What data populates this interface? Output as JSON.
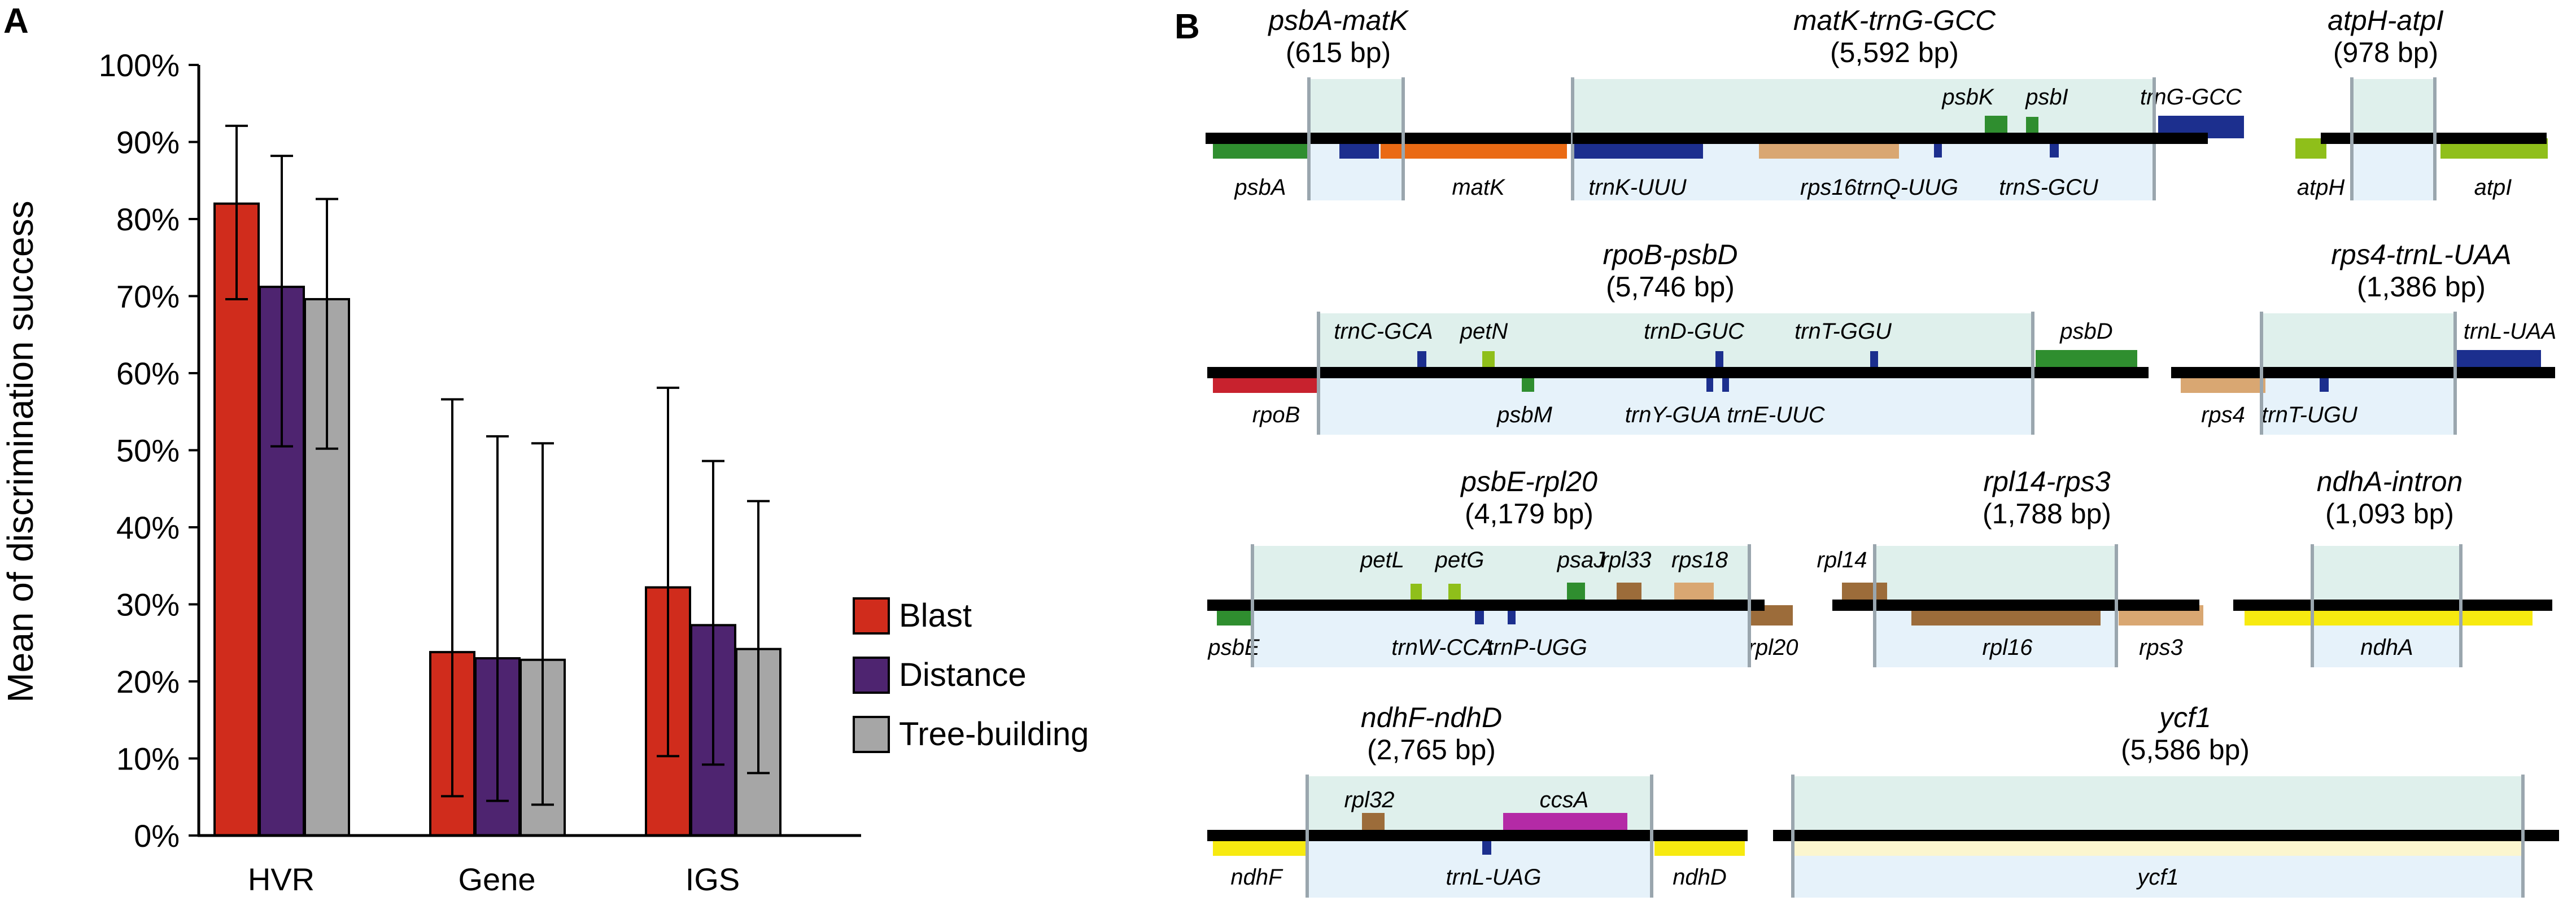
{
  "panel_a_letter": "A",
  "panel_b_letter": "B",
  "colors": {
    "blast": "#d02c1c",
    "distance": "#4e2470",
    "tree": "#a6a6a6",
    "dark_blue": "#1c2f8e",
    "green": "#2f8e2f",
    "lime": "#8fbf1a",
    "orange": "#ea6a14",
    "tan": "#d9a772",
    "brown": "#9c6c3a",
    "red": "#c8222e",
    "magenta": "#b42aa6",
    "yellow": "#f7ea10",
    "pale_yellow": "#fbf6cf",
    "highlight": "#dff0ec",
    "highlight_low": "#e6f2fa"
  },
  "chart_data": {
    "type": "bar",
    "ylabel": "Mean of discrimination success",
    "ylim": [
      0,
      100
    ],
    "yticks": [
      "0%",
      "10%",
      "20%",
      "30%",
      "40%",
      "50%",
      "60%",
      "70%",
      "80%",
      "90%",
      "100%"
    ],
    "categories": [
      "HVR",
      "Gene",
      "IGS"
    ],
    "series": [
      {
        "name": "Blast",
        "values": [
          82,
          23.8,
          32.2
        ],
        "err_high": [
          92.1,
          56.6,
          58.1
        ],
        "err_low": [
          69.6,
          5.1,
          10.3
        ]
      },
      {
        "name": "Distance",
        "values": [
          71.2,
          23,
          27.3
        ],
        "err_high": [
          88.2,
          51.8,
          48.6
        ],
        "err_low": [
          50.5,
          4.5,
          9.2
        ]
      },
      {
        "name": "Tree-building",
        "values": [
          69.6,
          22.8,
          24.2
        ],
        "err_high": [
          82.6,
          50.9,
          43.4
        ],
        "err_low": [
          50.2,
          4,
          8.1
        ]
      }
    ],
    "legend": "right"
  },
  "regions": [
    {
      "title": "psbA-matK",
      "size": "(615 bp)",
      "genes": [
        {
          "label": "psbA",
          "color": "green",
          "side": "below"
        },
        {
          "label": "matK",
          "color": "orange",
          "side": "below"
        }
      ]
    },
    {
      "title": "matK-trnG-GCC",
      "size": "(5,592 bp)",
      "genes": [
        {
          "label": "trnK-UUU",
          "color": "dark_blue",
          "side": "below"
        },
        {
          "label": "rps16",
          "color": "tan",
          "side": "below"
        },
        {
          "label": "trnQ-UUG",
          "color": "dark_blue",
          "side": "below"
        },
        {
          "label": "psbK",
          "color": "green",
          "side": "above"
        },
        {
          "label": "psbI",
          "color": "green",
          "side": "above"
        },
        {
          "label": "trnS-GCU",
          "color": "dark_blue",
          "side": "below"
        },
        {
          "label": "trnG-GCC",
          "color": "dark_blue",
          "side": "above"
        }
      ]
    },
    {
      "title": "atpH-atpI",
      "size": "(978 bp)",
      "genes": [
        {
          "label": "atpH",
          "color": "lime",
          "side": "below"
        },
        {
          "label": "atpI",
          "color": "lime",
          "side": "below"
        }
      ]
    },
    {
      "title": "rpoB-psbD",
      "size": "(5,746 bp)",
      "genes": [
        {
          "label": "rpoB",
          "color": "red",
          "side": "below"
        },
        {
          "label": "trnC-GCA",
          "color": "dark_blue",
          "side": "above"
        },
        {
          "label": "petN",
          "color": "lime",
          "side": "above"
        },
        {
          "label": "psbM",
          "color": "green",
          "side": "below"
        },
        {
          "label": "trnD-GUC",
          "color": "dark_blue",
          "side": "above"
        },
        {
          "label": "trnY-GUA",
          "color": "dark_blue",
          "side": "below"
        },
        {
          "label": "trnE-UUC",
          "color": "dark_blue",
          "side": "below"
        },
        {
          "label": "trnT-GGU",
          "color": "dark_blue",
          "side": "above"
        },
        {
          "label": "psbD",
          "color": "green",
          "side": "above"
        }
      ]
    },
    {
      "title": "rps4-trnL-UAA",
      "size": "(1,386 bp)",
      "genes": [
        {
          "label": "rps4",
          "color": "tan",
          "side": "below"
        },
        {
          "label": "trnT-UGU",
          "color": "dark_blue",
          "side": "below"
        },
        {
          "label": "trnL-UAA",
          "color": "dark_blue",
          "side": "above"
        }
      ]
    },
    {
      "title": "psbE-rpl20",
      "size": "(4,179 bp)",
      "genes": [
        {
          "label": "psbE",
          "color": "green",
          "side": "below"
        },
        {
          "label": "petL",
          "color": "lime",
          "side": "above"
        },
        {
          "label": "petG",
          "color": "lime",
          "side": "above"
        },
        {
          "label": "trnW-CCA",
          "color": "dark_blue",
          "side": "below"
        },
        {
          "label": "trnP-UGG",
          "color": "dark_blue",
          "side": "below"
        },
        {
          "label": "psaJ",
          "color": "green",
          "side": "above"
        },
        {
          "label": "rpl33",
          "color": "brown",
          "side": "above"
        },
        {
          "label": "rps18",
          "color": "tan",
          "side": "above"
        },
        {
          "label": "rpl20",
          "color": "brown",
          "side": "below"
        }
      ]
    },
    {
      "title": "rpl14-rps3",
      "size": "(1,788 bp)",
      "genes": [
        {
          "label": "rpl14",
          "color": "brown",
          "side": "above"
        },
        {
          "label": "rpl16",
          "color": "brown",
          "side": "below"
        },
        {
          "label": "rps3",
          "color": "tan",
          "side": "below"
        }
      ]
    },
    {
      "title": "ndhA-intron",
      "size": "(1,093 bp)",
      "genes": [
        {
          "label": "ndhA",
          "color": "yellow",
          "side": "below"
        }
      ]
    },
    {
      "title": "ndhF-ndhD",
      "size": "(2,765 bp)",
      "genes": [
        {
          "label": "ndhF",
          "color": "yellow",
          "side": "below"
        },
        {
          "label": "rpl32",
          "color": "brown",
          "side": "above"
        },
        {
          "label": "ccsA",
          "color": "magenta",
          "side": "above"
        },
        {
          "label": "trnL-UAG",
          "color": "dark_blue",
          "side": "below"
        },
        {
          "label": "ndhD",
          "color": "yellow",
          "side": "below"
        }
      ]
    },
    {
      "title": "ycf1",
      "size": "(5,586 bp)",
      "genes": [
        {
          "label": "ycf1",
          "color": "pale_yellow",
          "side": "below"
        }
      ]
    }
  ]
}
